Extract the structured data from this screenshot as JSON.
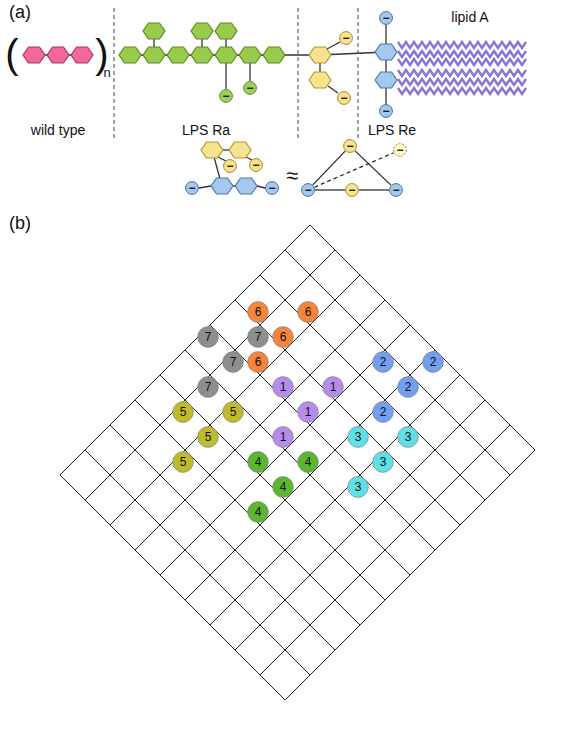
{
  "diagram": {
    "nodes": [
      {
        "text": [
          "−"
        ]
      },
      {
        "text": [
          "−"
        ]
      },
      {
        "text": [
          "−"
        ]
      },
      {
        "text": [
          "−"
        ]
      },
      {
        "text": [
          "−"
        ]
      },
      {
        "text": [
          "−"
        ]
      },
      {
        "text": [
          "−"
        ]
      },
      {
        "text": [
          "−"
        ]
      },
      {
        "text": [
          "−"
        ]
      },
      {
        "text": [
          "−"
        ]
      },
      {
        "text": [
          "−"
        ]
      },
      {
        "text": [
          "−"
        ]
      },
      {
        "text": [
          "−"
        ]
      },
      {
        "text": [
          "−"
        ]
      },
      {
        "text": [
          "−"
        ]
      },
      {
        "text": [
          "6"
        ]
      },
      {
        "text": [
          "6"
        ]
      },
      {
        "text": [
          "7"
        ]
      },
      {
        "text": [
          "7"
        ]
      },
      {
        "text": [
          "6"
        ]
      },
      {
        "text": [
          "7"
        ]
      },
      {
        "text": [
          "6"
        ]
      },
      {
        "text": [
          "2"
        ]
      },
      {
        "text": [
          "2"
        ]
      },
      {
        "text": [
          "7"
        ]
      },
      {
        "text": [
          "1"
        ]
      },
      {
        "text": [
          "1"
        ]
      },
      {
        "text": [
          "2"
        ]
      },
      {
        "text": [
          "5"
        ]
      },
      {
        "text": [
          "5"
        ]
      },
      {
        "text": [
          "1"
        ]
      },
      {
        "text": [
          "2"
        ]
      },
      {
        "text": [
          "5"
        ]
      },
      {
        "text": [
          "1"
        ]
      },
      {
        "text": [
          "3"
        ]
      },
      {
        "text": [
          "3"
        ]
      },
      {
        "text": [
          "5"
        ]
      },
      {
        "text": [
          "4"
        ]
      },
      {
        "text": [
          "4"
        ]
      },
      {
        "text": [
          "3"
        ]
      },
      {
        "text": [
          "4"
        ]
      },
      {
        "text": [
          "3"
        ]
      },
      {
        "text": [
          "4"
        ]
      }
    ],
    "edges": [
      {
        "from": 12,
        "to": 10,
        "arrow": "none"
      },
      {
        "from": 10,
        "to": 14,
        "arrow": "none"
      },
      {
        "from": 12,
        "to": 13,
        "arrow": "none"
      },
      {
        "from": 13,
        "to": 14,
        "arrow": "none"
      },
      {
        "from": 12,
        "to": 11,
        "arrow": "none"
      }
    ],
    "labels": [
      "(a)",
      "(",
      ")",
      "n",
      "wild type",
      "LPS Ra",
      "LPS Re",
      "lipid A",
      "≈",
      "(b)"
    ]
  }
}
